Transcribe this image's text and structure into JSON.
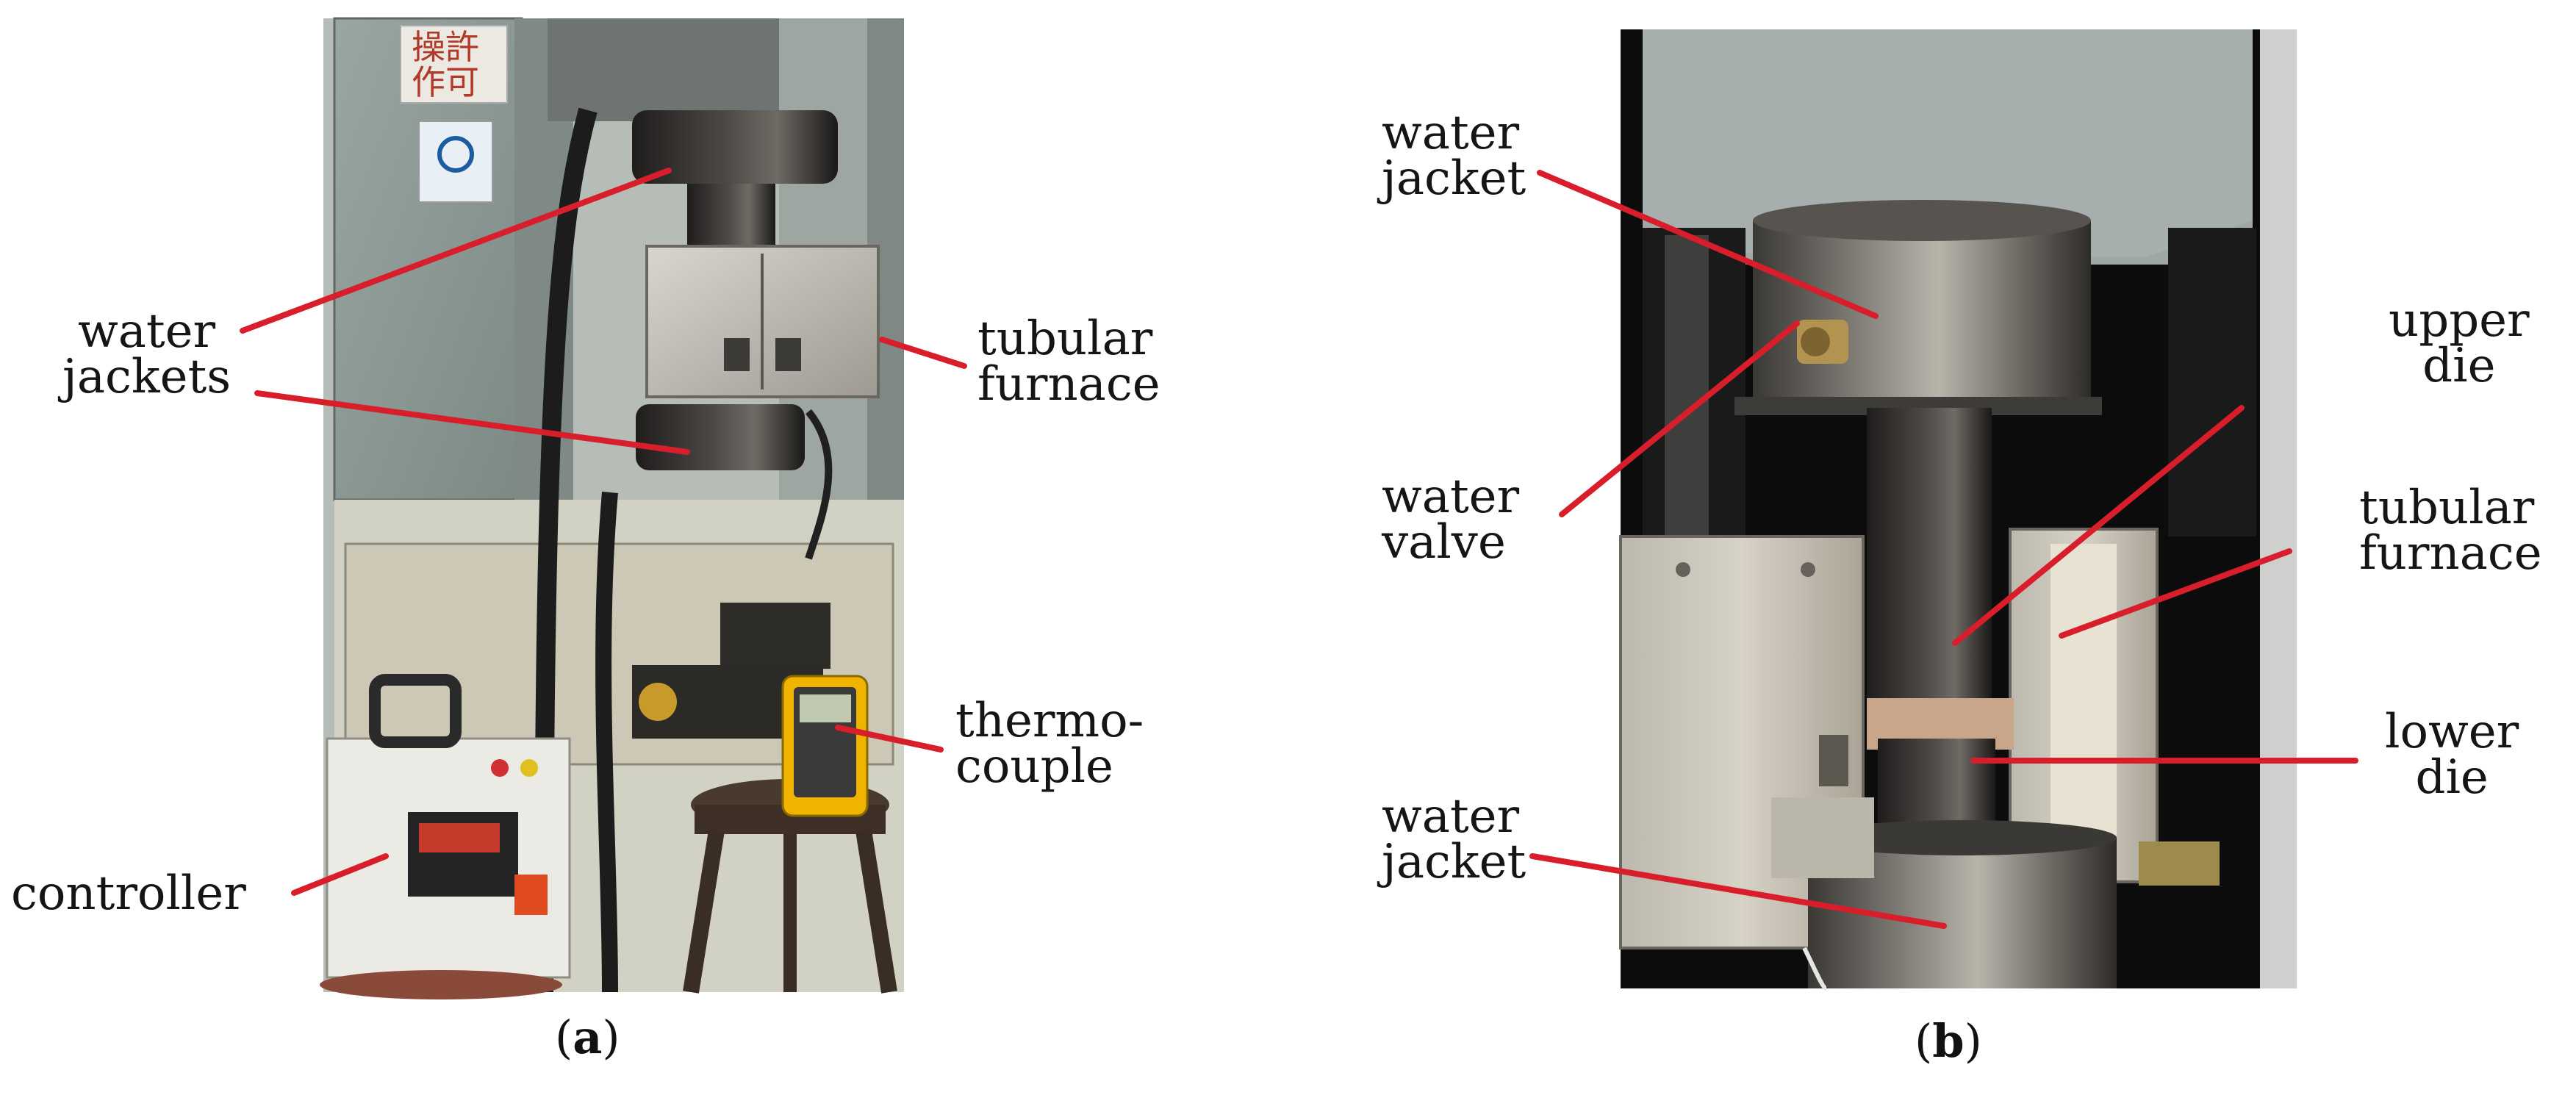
{
  "panel_a": {
    "sign_text": "操 許\n作 可",
    "labels": {
      "water_jackets": "water\njackets",
      "tubular_furnace": "tubular\nfurnace",
      "thermocouple": "thermo-\ncouple",
      "controller": "controller"
    },
    "caption_open": "(",
    "caption_letter": "a",
    "caption_close": ")"
  },
  "panel_b": {
    "labels": {
      "water_jacket_top": "water\njacket",
      "water_valve": "water\nvalve",
      "upper_die": "upper\ndie",
      "tubular_furnace": "tubular\nfurnace",
      "lower_die": "lower\ndie",
      "water_jacket_bottom": "water\njacket"
    },
    "caption_open": "(",
    "caption_letter": "b",
    "caption_close": ")"
  },
  "colors": {
    "leader_line": "#d81e2a",
    "machine_grey": "#8e9a96",
    "steel": "#6f6f6a",
    "background": "#ffffff"
  }
}
